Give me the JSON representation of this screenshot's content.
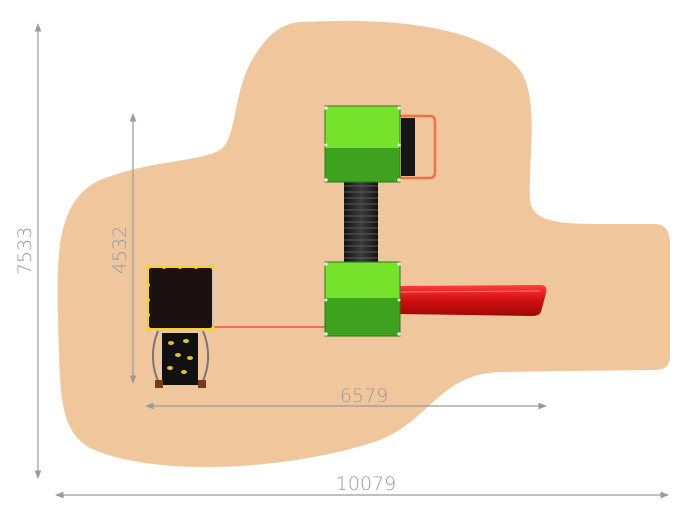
{
  "dimensions": {
    "total_width": "10079",
    "total_height": "7533",
    "inner_height": "4532",
    "inner_width": "6579"
  },
  "colors": {
    "ground": "#f0c79c",
    "tower_light": "#77e22c",
    "tower_dark": "#3ea21e",
    "tunnel": "#2a2a2a",
    "slide": "#e31515",
    "railing": "#f0704a",
    "deck": "#1c1010",
    "dimension_line": "#9a9a9a"
  }
}
